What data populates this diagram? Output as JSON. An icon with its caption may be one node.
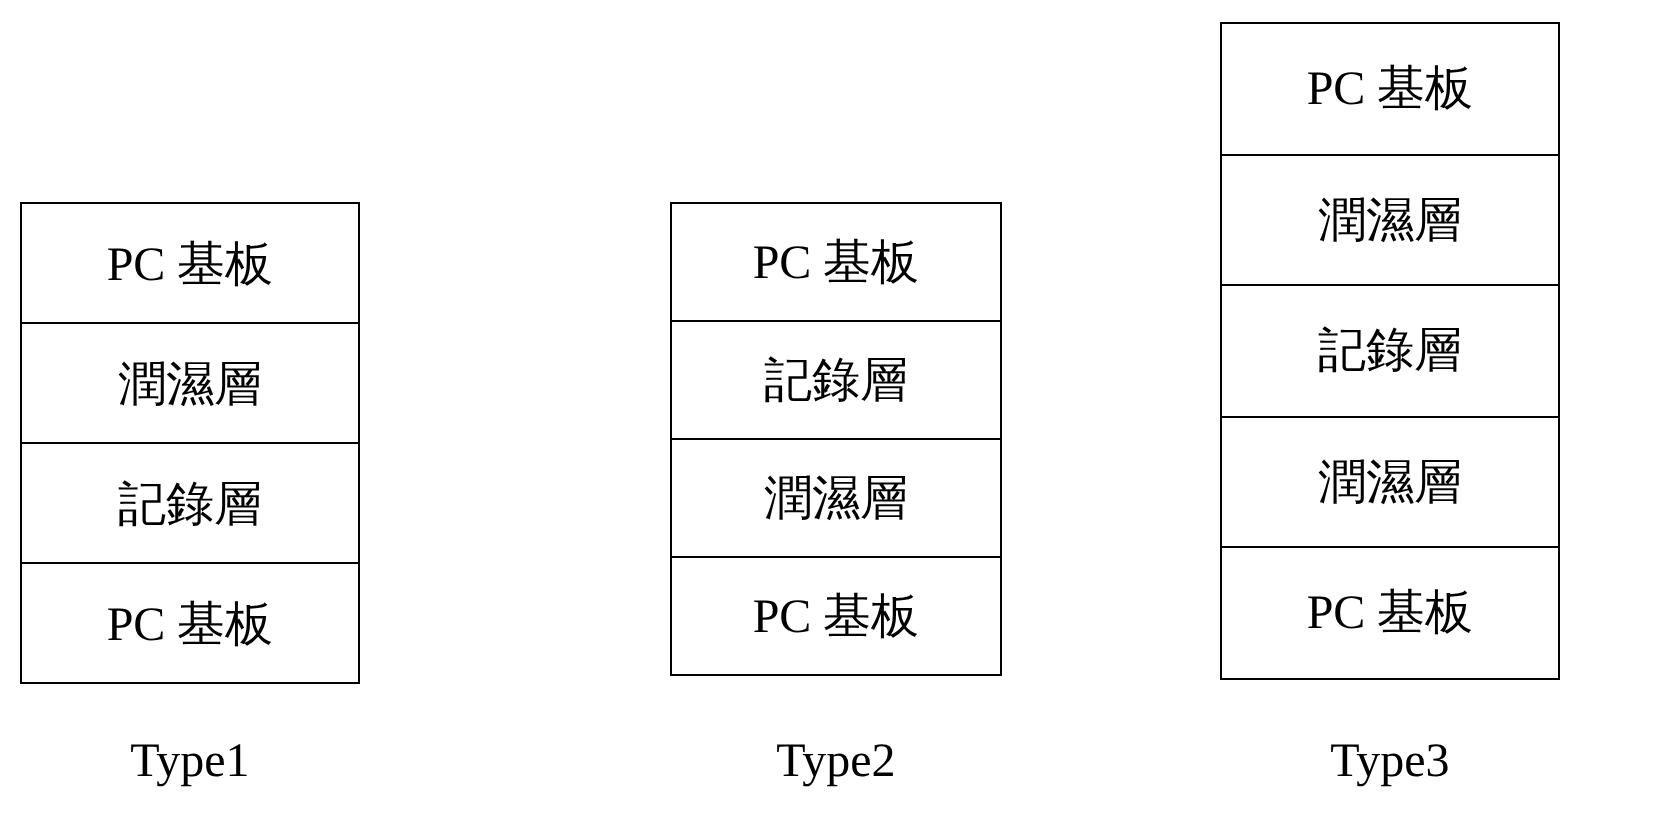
{
  "diagram": {
    "nodes": [
      {
        "text": [
          "PC 基板"
        ]
      },
      {
        "text": [
          "潤濕層"
        ]
      },
      {
        "text": [
          "記錄層"
        ]
      },
      {
        "text": [
          "PC 基板"
        ]
      },
      {
        "text": [
          "PC 基板"
        ]
      },
      {
        "text": [
          "記錄層"
        ]
      },
      {
        "text": [
          "潤濕層"
        ]
      },
      {
        "text": [
          "PC 基板"
        ]
      },
      {
        "text": [
          "PC 基板"
        ]
      },
      {
        "text": [
          "潤濕層"
        ]
      },
      {
        "text": [
          "記錄層"
        ]
      },
      {
        "text": [
          "潤濕層"
        ]
      },
      {
        "text": [
          "PC 基板"
        ]
      }
    ],
    "labels": [
      "Type1",
      "Type2",
      "Type3"
    ]
  }
}
